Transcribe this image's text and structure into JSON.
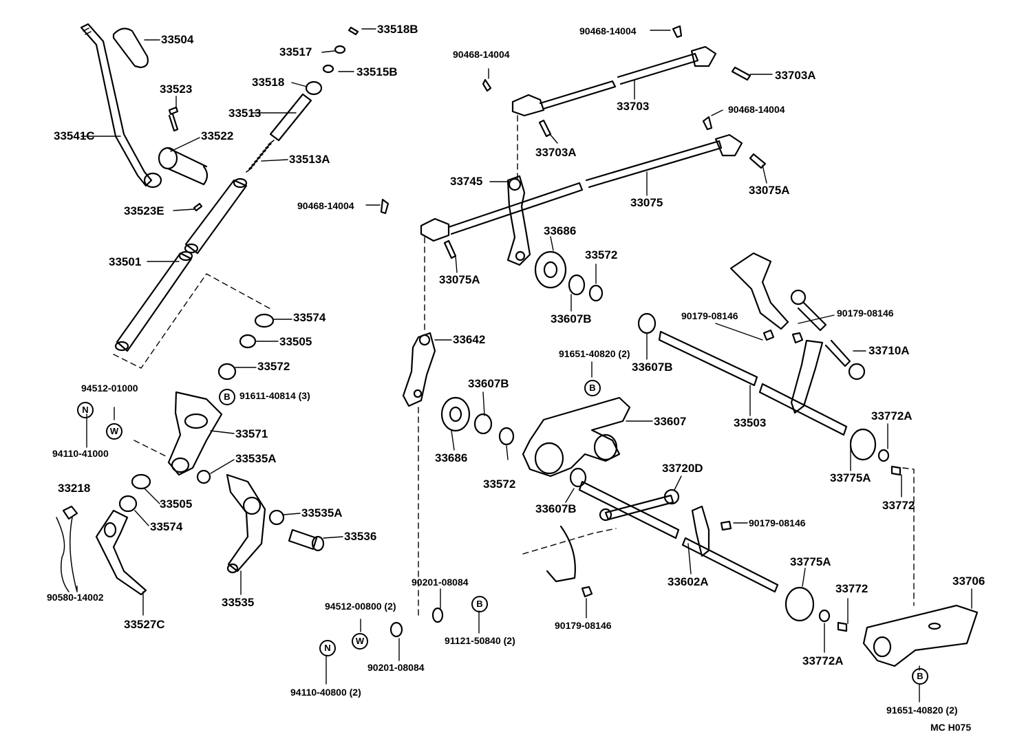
{
  "code": "MC  H075",
  "parts": {
    "p33504": "33504",
    "p33518B": "33518B",
    "p33517": "33517",
    "p33515B": "33515B",
    "p33523": "33523",
    "p33518": "33518",
    "p33513": "33513",
    "p33541C": "33541C",
    "p33522": "33522",
    "p33513A": "33513A",
    "p33523E": "33523E",
    "p33501": "33501",
    "p33574a": "33574",
    "p33505a": "33505",
    "p33572a": "33572",
    "p94512_01000": "94512-01000",
    "p91611_40814": "91611-40814 (3)",
    "p33571": "33571",
    "p94110_41000": "94110-41000",
    "p33535Aa": "33535A",
    "p33218": "33218",
    "p33505b": "33505",
    "p33574b": "33574",
    "p33535Ab": "33535A",
    "p33536": "33536",
    "p90580_14002": "90580-14002",
    "p33535": "33535",
    "p33527C": "33527C",
    "p90468_a": "90468-14004",
    "p90468_b": "90468-14004",
    "p90468_c": "90468-14004",
    "p90468_d": "90468-14004",
    "p33703A_a": "33703A",
    "p33703": "33703",
    "p33703A_b": "33703A",
    "p33745": "33745",
    "p33075": "33075",
    "p33075A_a": "33075A",
    "p33075A_b": "33075A",
    "p33686a": "33686",
    "p33572b": "33572",
    "p33607Ba": "33607B",
    "p33642": "33642",
    "p91651_40820a": "91651-40820 (2)",
    "p33607Bb": "33607B",
    "p90179_a": "90179-08146",
    "p90179_b": "90179-08146",
    "p33710A": "33710A",
    "p33607Bc": "33607B",
    "p33607": "33607",
    "p33503": "33503",
    "p33772Aa": "33772A",
    "p33686b": "33686",
    "p33775Aa": "33775A",
    "p33572c": "33572",
    "p33772a": "33772",
    "p33720D": "33720D",
    "p33607Bd": "33607B",
    "p90179_c": "90179-08146",
    "p90201_a": "90201-08084",
    "p33775Ab": "33775A",
    "p33602A": "33602A",
    "p33772b": "33772",
    "p33706": "33706",
    "p94512_00800": "94512-00800 (2)",
    "p90179_d": "90179-08146",
    "p91121_50840": "91121-50840 (2)",
    "p33772Ab": "33772A",
    "p90201_b": "90201-08084",
    "p94110_40800": "94110-40800 (2)",
    "p91651_40820b": "91651-40820 (2)"
  },
  "markers": {
    "B": "B",
    "N": "N",
    "W": "W"
  }
}
